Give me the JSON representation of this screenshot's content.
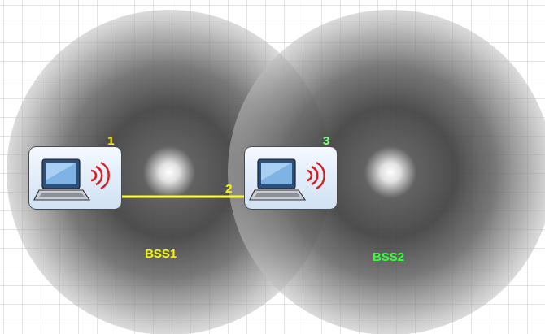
{
  "diagram": {
    "nodes": [
      {
        "text": [
          "1"
        ]
      },
      {
        "text": [
          "3"
        ]
      }
    ],
    "edges": [
      {
        "from": 0,
        "to": 1,
        "arrow": "none"
      }
    ],
    "labels": [
      "2",
      "BSS1",
      "BSS2"
    ]
  }
}
